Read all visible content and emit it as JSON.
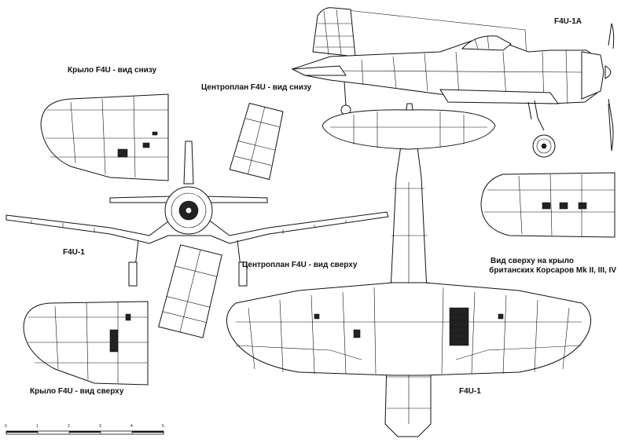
{
  "labels": {
    "f4u1a": "F4U-1A",
    "wing_bottom": "Крыло F4U - вид снизу",
    "center_bottom": "Центроплан F4U - вид снизу",
    "front_f4u1": "F4U-1",
    "center_top": "Центроплан F4U - вид сверху",
    "british_wing_line1": "Вид сверху на крыло",
    "british_wing_line2": "британских Корсаров Mk II, III, IV",
    "wing_top": "Крыло F4U - вид сверху",
    "plan_f4u1": "F4U-1"
  },
  "scale_bar": {
    "ticks": [
      "0",
      "1",
      "2",
      "3",
      "4",
      "5"
    ]
  }
}
